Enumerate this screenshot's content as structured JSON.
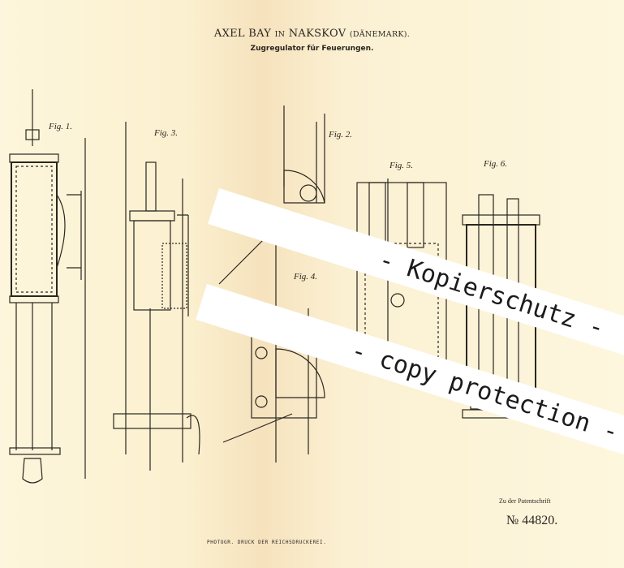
{
  "header": {
    "title_main": "AXEL BAY",
    "title_in": "IN",
    "title_place": "NAKSKOV",
    "title_country": "(DÄNEMARK).",
    "subtitle": "Zugregulator für Feuerungen."
  },
  "figures": [
    "Fig. 1.",
    "Fig. 3.",
    "Fig. 2.",
    "Fig. 5.",
    "Fig. 6.",
    "Fig. 4."
  ],
  "footer": {
    "printer": "PHOTOGR. DRUCK DER REICHSDRUCKEREI.",
    "patent_caption": "Zu der Patentschrift",
    "patent_number": "№ 44820."
  },
  "watermark": {
    "line1": "- Kopierschutz -",
    "line2": "- copy protection -"
  }
}
